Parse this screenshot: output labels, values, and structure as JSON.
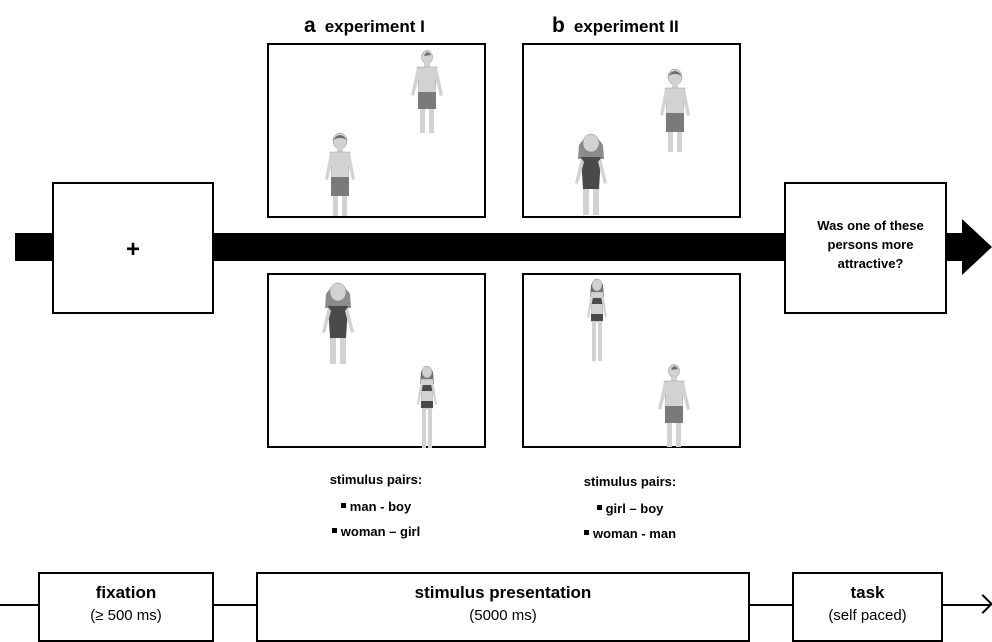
{
  "panels": {
    "a": {
      "letter": "a",
      "title": "experiment I"
    },
    "b": {
      "letter": "b",
      "title": "experiment II"
    }
  },
  "fixation_symbol": "+",
  "task_question": "Was one of these persons more attractive?",
  "stimulus_pairs": {
    "a": {
      "title": "stimulus pairs:",
      "items": [
        "man - boy",
        "woman – girl"
      ]
    },
    "b": {
      "title": "stimulus pairs:",
      "items": [
        "girl – boy",
        "woman - man"
      ]
    }
  },
  "timeline": [
    {
      "label": "fixation",
      "detail": "(≥ 500 ms)"
    },
    {
      "label": "stimulus presentation",
      "detail": "(5000 ms)"
    },
    {
      "label": "task",
      "detail": "(self paced)"
    }
  ],
  "colors": {
    "skin": "#d2d2d2",
    "swimwear": "#4a4a4a",
    "trunks": "#7a7a7a",
    "hair": "#6e6e6e"
  },
  "figure_types": [
    "man",
    "boy",
    "girl",
    "woman"
  ]
}
